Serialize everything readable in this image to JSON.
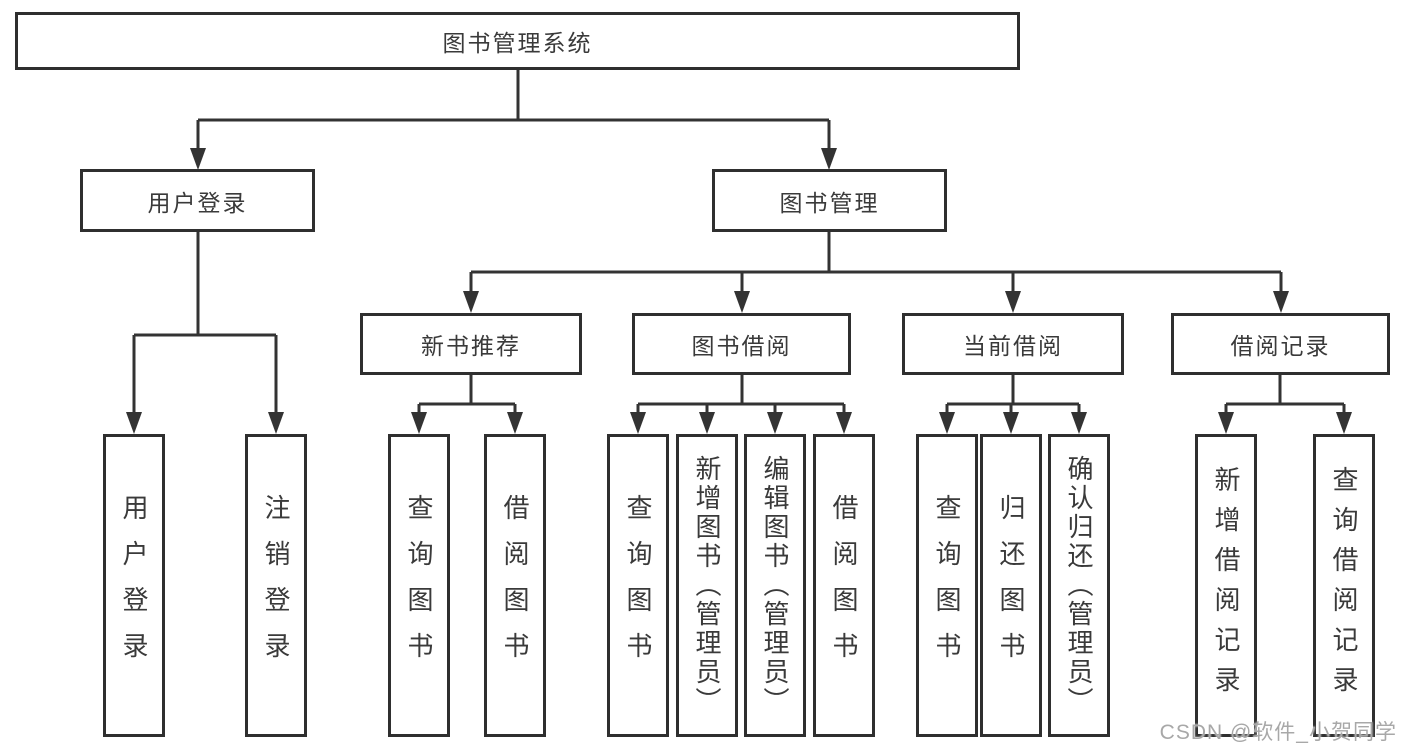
{
  "colors": {
    "line": "#333333",
    "border": "#2f2f2f",
    "text": "#3a3a3a",
    "background": "#ffffff",
    "watermark": "#a8a8a8"
  },
  "watermark": "CSDN @软件_小贺同学",
  "tree": {
    "root": {
      "label": "图书管理系统",
      "children": [
        {
          "label": "用户登录",
          "children": [
            {
              "label": "用户登录"
            },
            {
              "label": "注销登录"
            }
          ]
        },
        {
          "label": "图书管理",
          "children": [
            {
              "label": "新书推荐",
              "children": [
                {
                  "label": "查询图书"
                },
                {
                  "label": "借阅图书"
                }
              ]
            },
            {
              "label": "图书借阅",
              "children": [
                {
                  "label": "查询图书"
                },
                {
                  "label": "新增图书（管理员）"
                },
                {
                  "label": "编辑图书（管理员）"
                },
                {
                  "label": "借阅图书"
                }
              ]
            },
            {
              "label": "当前借阅",
              "children": [
                {
                  "label": "查询图书"
                },
                {
                  "label": "归还图书"
                },
                {
                  "label": "确认归还（管理员）"
                }
              ]
            },
            {
              "label": "借阅记录",
              "children": [
                {
                  "label": "新增借阅记录"
                },
                {
                  "label": "查询借阅记录"
                }
              ]
            }
          ]
        }
      ]
    }
  }
}
